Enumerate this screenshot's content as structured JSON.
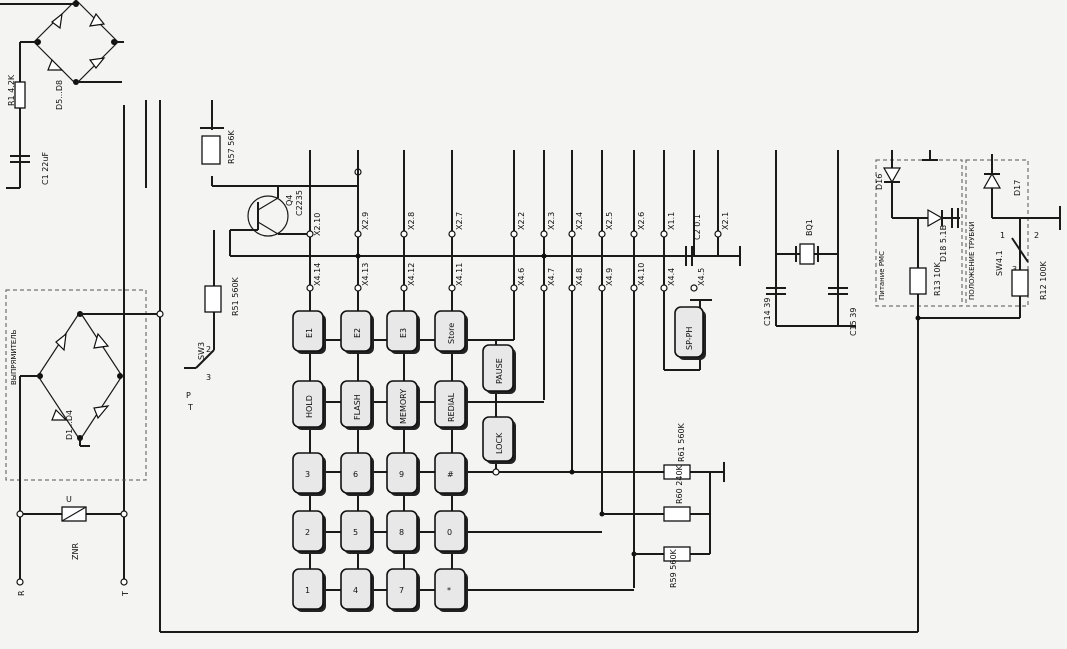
{
  "bridges": {
    "top": {
      "label": "D5...D8"
    },
    "mid": {
      "label": "D1...D4"
    }
  },
  "left_parts": {
    "r1": "R1 4.2K",
    "c1": "C1 22uF",
    "box_label": "ВЫПРЯМИТЕЛЬ",
    "zener": "ZNR",
    "u": "U",
    "term_a": "R",
    "term_b": "T"
  },
  "switch_sw3": {
    "name": "SW3",
    "p": "P",
    "t": "T",
    "n2": "2",
    "n3": "3"
  },
  "resistors": {
    "r57": "R57 56K",
    "r51": "R51 560K",
    "r59": "R59 560K",
    "r60": "R60 240K",
    "r61": "R61 560K",
    "r13": "R13 10K",
    "r12": "R12 100K"
  },
  "transistor": {
    "name": "Q4",
    "type": "C2235"
  },
  "pins_top": [
    "X2.10",
    "X2.9",
    "X2.8",
    "X2.7",
    "X2.2",
    "X2.3",
    "X2.4",
    "X2.5",
    "X2.6",
    "X1.1",
    "X2.1"
  ],
  "pins_mid": [
    "X4.14",
    "X4.13",
    "X4.12",
    "X4.11",
    "X4.6",
    "X4.7",
    "X4.8",
    "X4.9",
    "X4.10",
    "X4.4",
    "X4.5"
  ],
  "keys": {
    "row1": [
      "E1",
      "E2",
      "E3",
      "Store"
    ],
    "row2": [
      "HOLD",
      "FLASH",
      "MEMORY",
      "REDIAL"
    ],
    "row3": [
      "3",
      "6",
      "9",
      "#"
    ],
    "row4": [
      "2",
      "5",
      "8",
      "0"
    ],
    "row5": [
      "1",
      "4",
      "7",
      "*"
    ],
    "side": [
      "PAUSE",
      "LOCK"
    ],
    "speaker": "SP-PH"
  },
  "caps": {
    "c2": "C2 0.1",
    "c14": "C14 39",
    "c15": "C15 39",
    "bq1": "BQ1"
  },
  "right_parts": {
    "d16": "D16",
    "d18": "D18 5.1B",
    "d17": "D17",
    "sw1": "SW4.1",
    "sw_n1": "1",
    "sw_n2": "2",
    "sw_n3": "3",
    "box1": "Питание РМС",
    "box2": "ПОЛОЖЕНИЕ ТРУБКИ"
  },
  "colors": {
    "ink": "#1a1a1a",
    "paper": "#f4f4f2",
    "key_fill": "#e8e8e8"
  }
}
